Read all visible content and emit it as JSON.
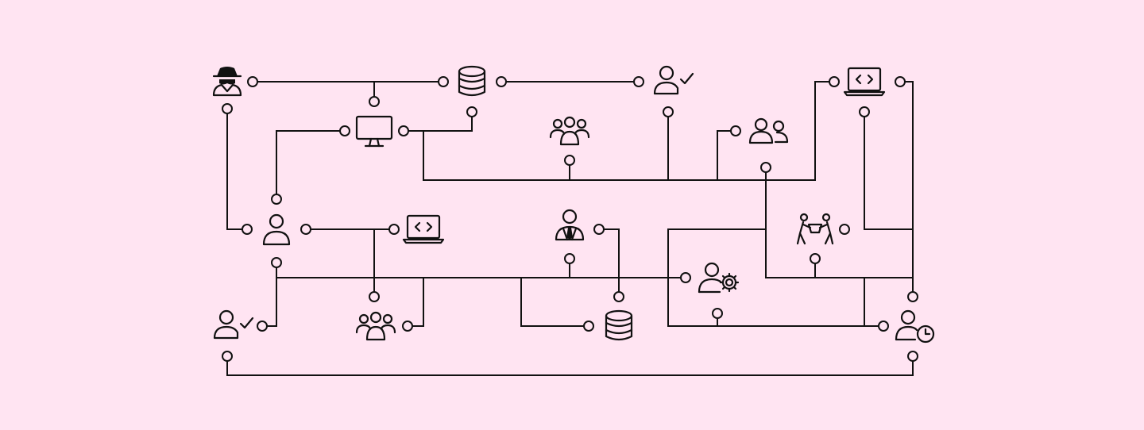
{
  "diagram": {
    "style": {
      "background": "#ffe4f2",
      "stroke": "#111111",
      "port_fill": "#ffe4f2"
    },
    "nodes": [
      {
        "id": "hacker",
        "icon": "spy-user-icon"
      },
      {
        "id": "db-top",
        "icon": "database-icon"
      },
      {
        "id": "user-check-top",
        "icon": "user-check-icon"
      },
      {
        "id": "laptop-top-right",
        "icon": "laptop-code-icon"
      },
      {
        "id": "monitor",
        "icon": "monitor-icon"
      },
      {
        "id": "group-top",
        "icon": "user-group-icon"
      },
      {
        "id": "users-pair",
        "icon": "users-pair-icon"
      },
      {
        "id": "user-mid-left",
        "icon": "user-icon"
      },
      {
        "id": "laptop-mid",
        "icon": "laptop-code-icon"
      },
      {
        "id": "manager",
        "icon": "businessman-icon"
      },
      {
        "id": "team-carry",
        "icon": "teamwork-carry-icon"
      },
      {
        "id": "user-gear",
        "icon": "user-gear-icon"
      },
      {
        "id": "user-check-bottom",
        "icon": "user-check-icon"
      },
      {
        "id": "group-bottom",
        "icon": "user-group-icon"
      },
      {
        "id": "db-bottom",
        "icon": "database-icon"
      },
      {
        "id": "user-clock",
        "icon": "user-clock-icon"
      }
    ]
  }
}
